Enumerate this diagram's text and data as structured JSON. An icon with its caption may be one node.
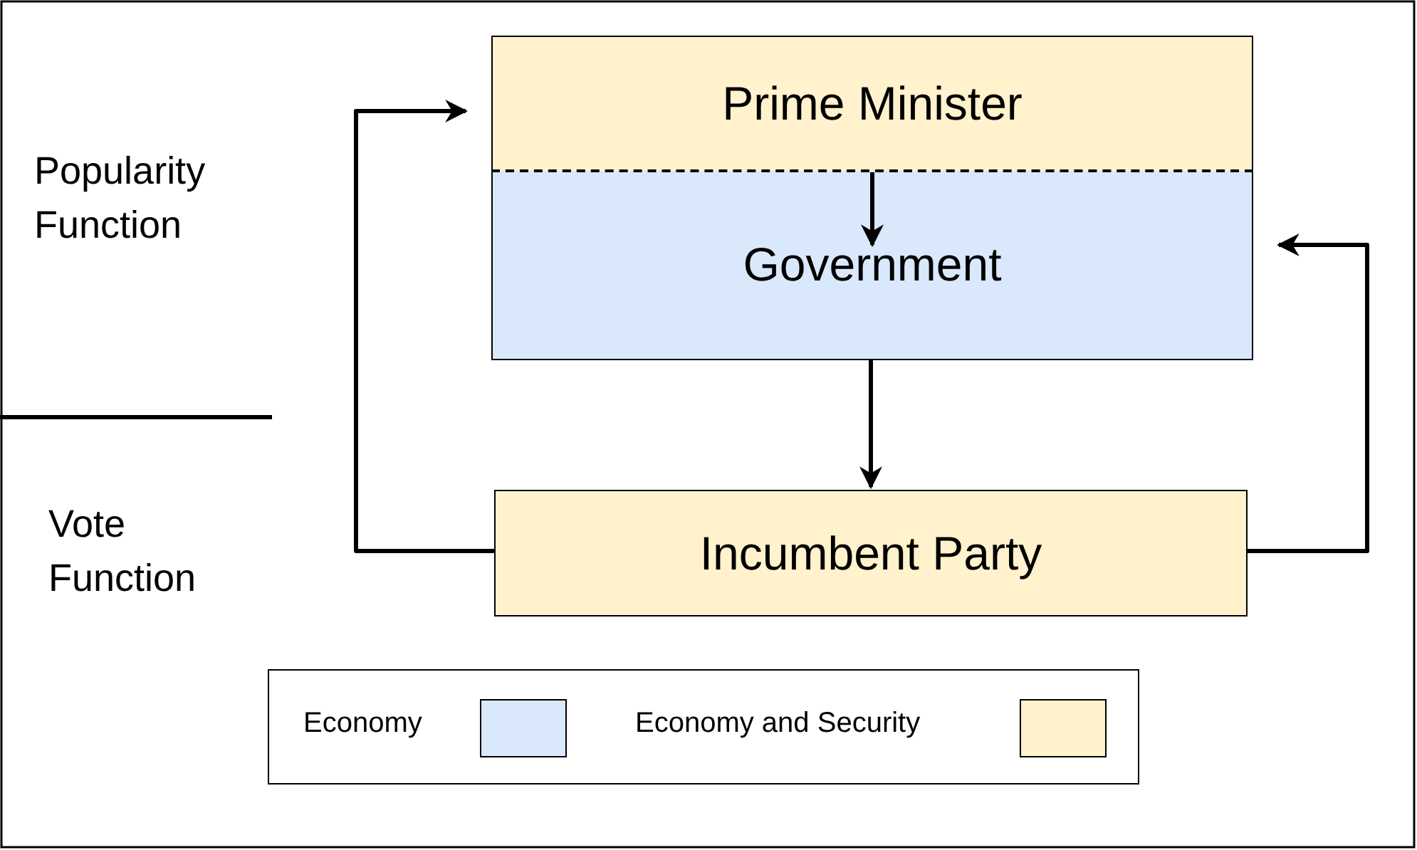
{
  "diagram": {
    "nodes": [
      {
        "text": [
          "Prime Minister"
        ]
      },
      {
        "text": [
          "Government"
        ]
      },
      {
        "text": [
          "Incumbent Party"
        ]
      }
    ],
    "edges": [
      {
        "from": 0,
        "to": 1,
        "arrow": "to"
      },
      {
        "from": 1,
        "to": 2,
        "arrow": "to"
      },
      {
        "from": 2,
        "to": 0,
        "arrow": "to"
      },
      {
        "from": 2,
        "to": 1,
        "arrow": "to"
      }
    ],
    "labels": [
      "Popularity Function",
      "Vote Function"
    ],
    "legend": [
      {
        "text": "Economy",
        "color": "#dae8fc"
      },
      {
        "text": "Economy and Security",
        "color": "#fff2cc"
      }
    ]
  }
}
